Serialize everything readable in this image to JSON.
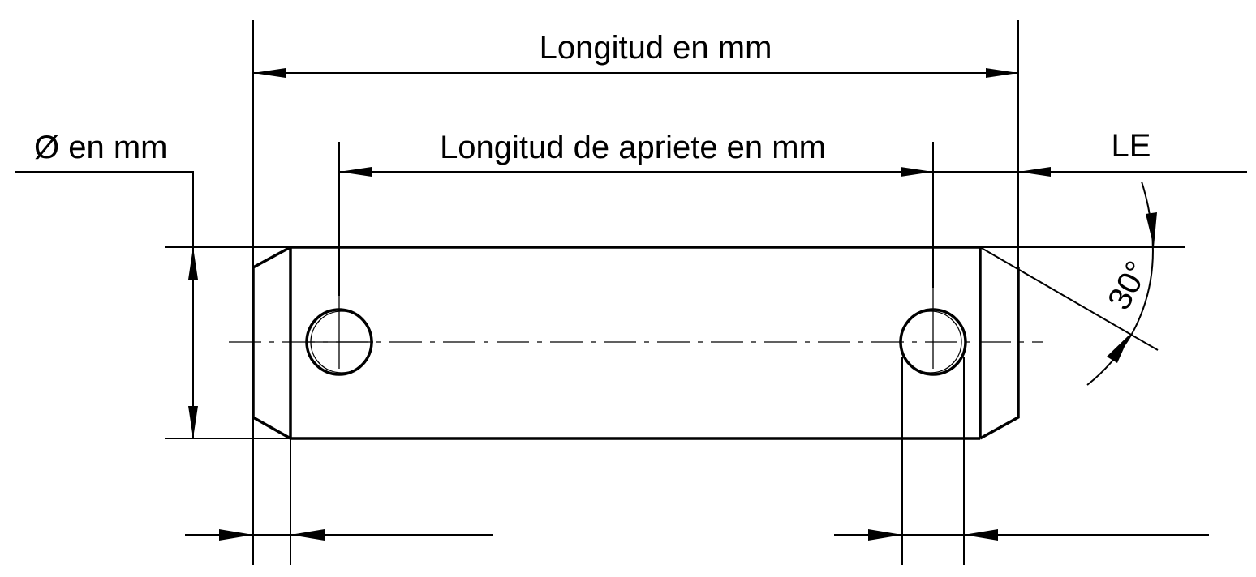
{
  "labels": {
    "length": "Longitud en mm",
    "clamp_length": "Longitud de apriete en mm",
    "diameter": "Ø en mm",
    "le": "LE",
    "angle": "30°"
  }
}
